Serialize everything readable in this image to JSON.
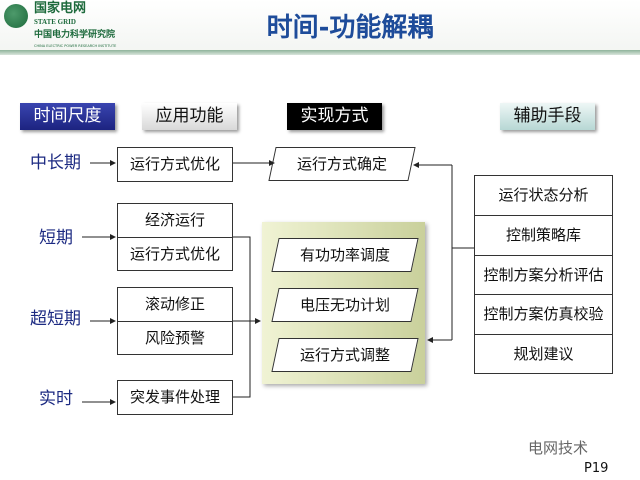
{
  "logo": {
    "org_cn": "国家电网",
    "org_en": "STATE GRID",
    "inst_cn": "中国电力科学研究院",
    "inst_en": "CHINA ELECTRIC POWER RESEARCH INSTITUTE"
  },
  "title": "时间-功能解耦",
  "headers": {
    "time_scale": "时间尺度",
    "application": "应用功能",
    "implementation": "实现方式",
    "auxiliary": "辅助手段"
  },
  "time_labels": [
    "中长期",
    "短期",
    "超短期",
    "实时"
  ],
  "functions": {
    "mid_long": "运行方式优化",
    "short": [
      "经济运行",
      "运行方式优化"
    ],
    "ultra_short": [
      "滚动修正",
      "风险预警"
    ],
    "realtime": "突发事件处理"
  },
  "implementations": {
    "determine": "运行方式确定",
    "items": [
      "有功功率调度",
      "电压无功计划",
      "运行方式调整"
    ]
  },
  "aux_items": [
    "运行状态分析",
    "控制策略库",
    "控制方案分析评估",
    "控制方案仿真校验",
    "规划建议"
  ],
  "footer": {
    "watermark": "电网技术",
    "page": "P19"
  }
}
